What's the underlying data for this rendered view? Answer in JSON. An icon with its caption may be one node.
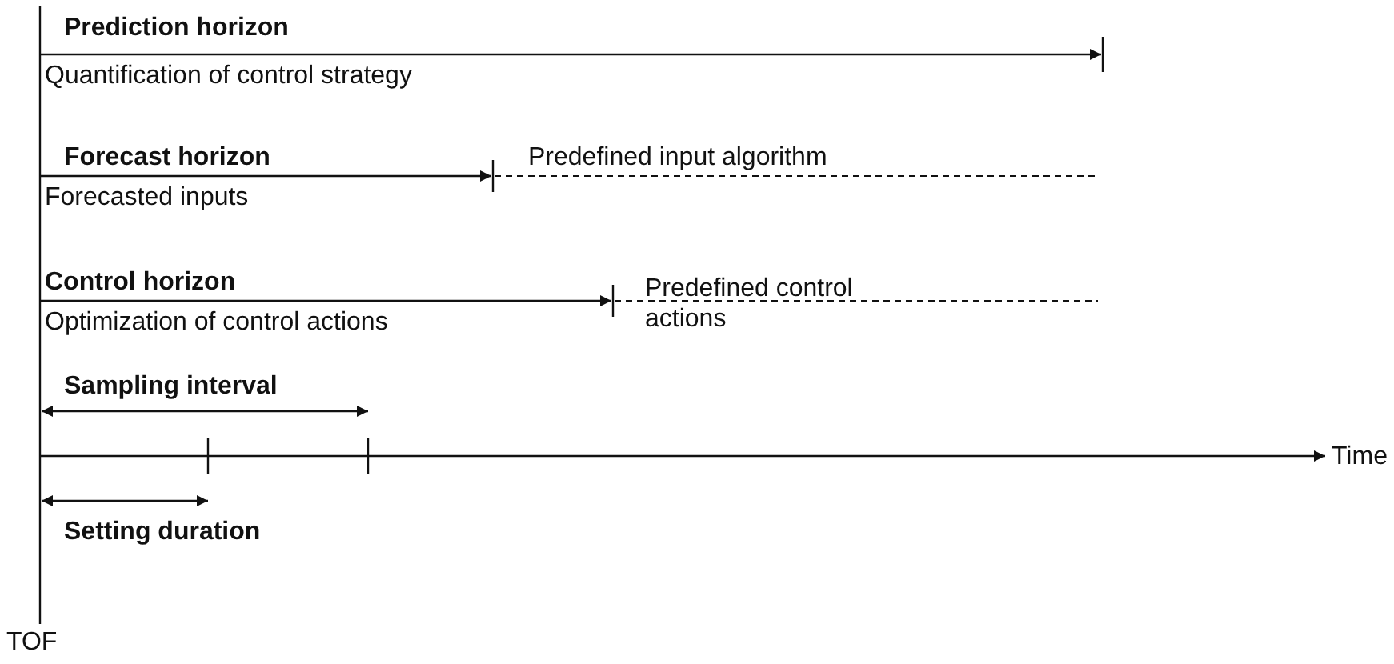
{
  "diagram": {
    "labels": [
      "Prediction horizon",
      "Quantification of control strategy",
      "Forecast horizon",
      "Predefined input algorithm",
      "Forecasted inputs",
      "Control horizon",
      "Predefined control actions",
      "Optimization of control actions",
      "Sampling interval",
      "Time",
      "Setting duration",
      "TOF"
    ]
  }
}
